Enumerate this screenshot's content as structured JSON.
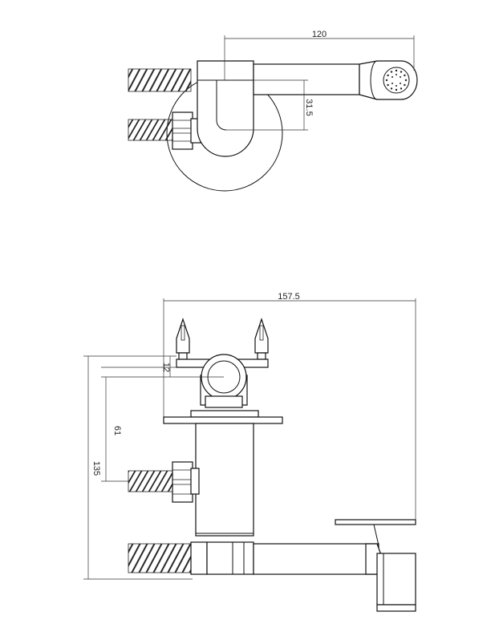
{
  "top_view": {
    "dim_width": "120",
    "dim_offset": "31.5"
  },
  "front_view": {
    "dim_width": "157.5",
    "dim_top": "12",
    "dim_mid": "61",
    "dim_height": "135"
  }
}
